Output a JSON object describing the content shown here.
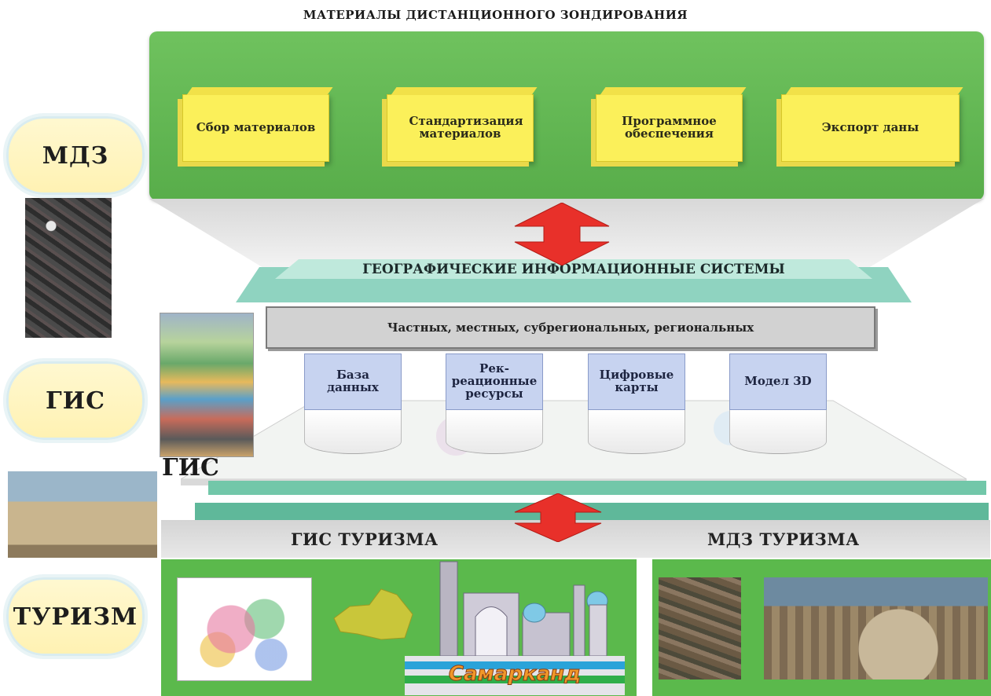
{
  "header": {
    "title": "МАТЕРИАЛЫ ДИСТАНЦИОННОГО ЗОНДИРОВАНИЯ"
  },
  "rs_steps": [
    {
      "label": "Сбор материалов"
    },
    {
      "label": "Стандартизация материалов"
    },
    {
      "label": "Программное обеспечения"
    },
    {
      "label": "Экспорт даны"
    }
  ],
  "side_labels": {
    "rs": "МДЗ",
    "gis": "ГИС",
    "tourism": "ТУРИЗМ"
  },
  "gis": {
    "title": "ГЕОГРАФИЧЕСКИЕ ИНФОРМАЦИОННЫЕ СИСТЕМЫ",
    "levels": "Частных, местных, субрегиональных, региональных",
    "components": [
      {
        "label": "База данных"
      },
      {
        "label": "Рек-реационные ресурсы"
      },
      {
        "label": "Цифровые карты"
      },
      {
        "label": "Модел 3D"
      }
    ],
    "image_label": "ГИС"
  },
  "tourism": {
    "gis_label": "ГИС ТУРИЗМА",
    "rs_label": "МДЗ ТУРИЗМА",
    "city_banner": "Самарканд"
  },
  "colors": {
    "panel_green": "#5bb94c",
    "box_yellow": "#fbf05a",
    "arrow_red": "#e8302a",
    "db_blue": "#c7d3f0"
  }
}
